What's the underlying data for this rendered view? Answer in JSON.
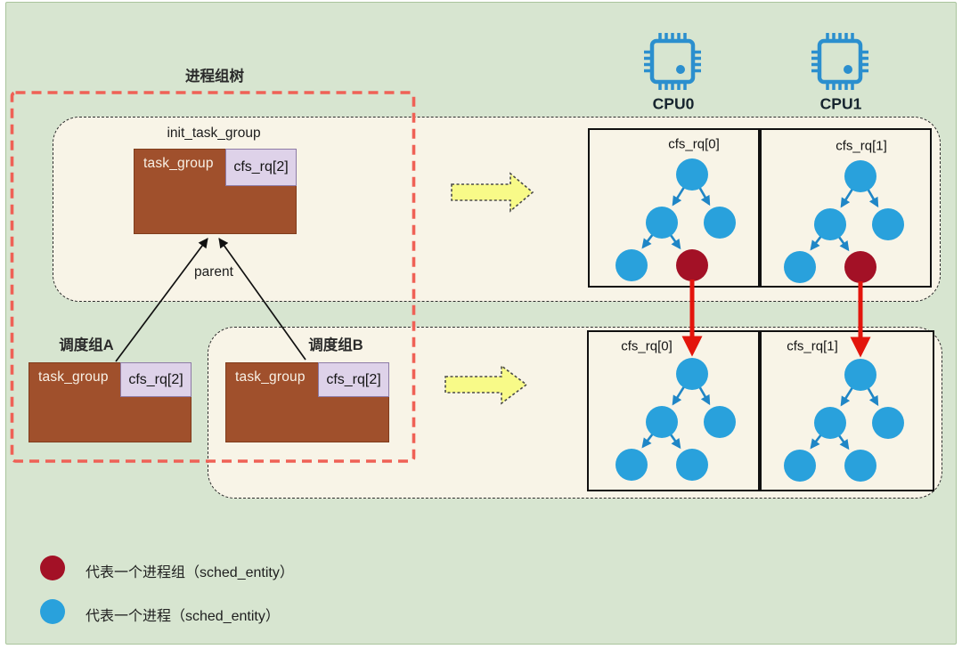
{
  "title_labels": {
    "process_group_tree": "进程组树",
    "parent": "parent"
  },
  "groups": {
    "init": {
      "title": "init_task_group",
      "struct": "task_group",
      "rq": "cfs_rq[2]"
    },
    "group_a": {
      "title": "调度组A",
      "struct": "task_group",
      "rq": "cfs_rq[2]"
    },
    "group_b": {
      "title": "调度组B",
      "struct": "task_group",
      "rq": "cfs_rq[2]"
    }
  },
  "cpus": [
    {
      "label": "CPU0"
    },
    {
      "label": "CPU1"
    }
  ],
  "runqueue_panels": {
    "top": [
      {
        "title": "cfs_rq[0]"
      },
      {
        "title": "cfs_rq[1]"
      }
    ],
    "bottom": [
      {
        "title": "cfs_rq[0]"
      },
      {
        "title": "cfs_rq[1]"
      }
    ]
  },
  "legend": [
    {
      "label": "代表一个进程组（sched_entity）",
      "color": "#a31126"
    },
    {
      "label": "代表一个进程（sched_entity）",
      "color": "#29a1dc"
    }
  ],
  "colors": {
    "background": "#d7e5d0",
    "panel": "#f8f4e7",
    "task_group_box": "#a0502c",
    "cfs_rq_box": "#ded2e9",
    "process_node": "#29a1dc",
    "process_group_node": "#a31126",
    "migration_arrow": "#e3150c",
    "mapping_arrow": "#f8fa88",
    "tree_boundary": "#ef6156"
  }
}
